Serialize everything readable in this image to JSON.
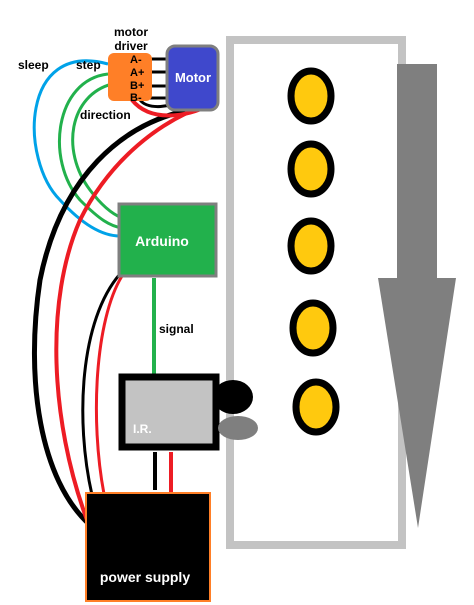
{
  "labels": {
    "motor_driver": [
      "motor",
      "driver"
    ],
    "motor": "Motor",
    "sleep": "sleep",
    "step": "step",
    "direction": "direction",
    "arduino": "Arduino",
    "signal": "signal",
    "ir": "I.R.",
    "power_supply": "power supply",
    "pins": [
      "A-",
      "A+",
      "B+",
      "B-"
    ]
  },
  "colors": {
    "arduino": "#22b14c",
    "motor": "#3f48cc",
    "driver": "#ff7f27",
    "coin": "#ffc90e",
    "sleep_wire": "#00a2e8",
    "step_wire": "#22b14c",
    "power_wire": "#ed1c24",
    "ground_wire": "#000000",
    "arrow": "#7f7f7f",
    "chute": "#c3c3c3",
    "ir_body": "#c3c3c3"
  },
  "coins": [
    1,
    2,
    3,
    4,
    5
  ],
  "arrow_direction": "down"
}
